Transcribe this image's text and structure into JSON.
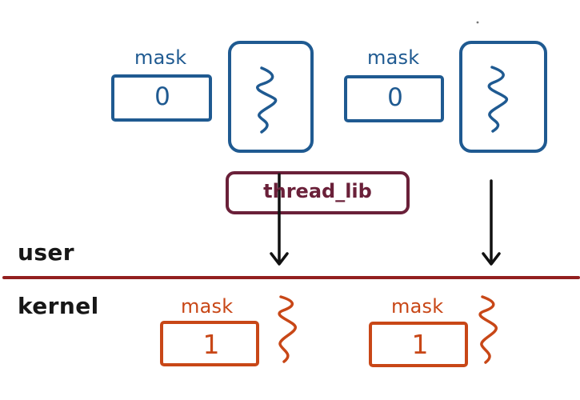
{
  "diagram": {
    "user_space": {
      "section_label": "user",
      "mask_blocks": [
        {
          "label": "mask",
          "value": "0"
        },
        {
          "label": "mask",
          "value": "0"
        }
      ],
      "thread_library": {
        "label": "thread_lib"
      }
    },
    "kernel_space": {
      "section_label": "kernel",
      "mask_blocks": [
        {
          "label": "mask",
          "value": "1"
        },
        {
          "label": "mask",
          "value": "1"
        }
      ]
    },
    "colors": {
      "user_blue": "#1f5a91",
      "kernel_orange": "#c84717",
      "thread_lib_maroon": "#6a2039",
      "boundary_red": "#931f1f",
      "ink": "#111111"
    },
    "icons": {
      "user_thread_glyph": "squiggle-icon",
      "kernel_thread_glyph": "squiggle-icon",
      "arrow_glyph": "down-arrow-icon"
    }
  }
}
